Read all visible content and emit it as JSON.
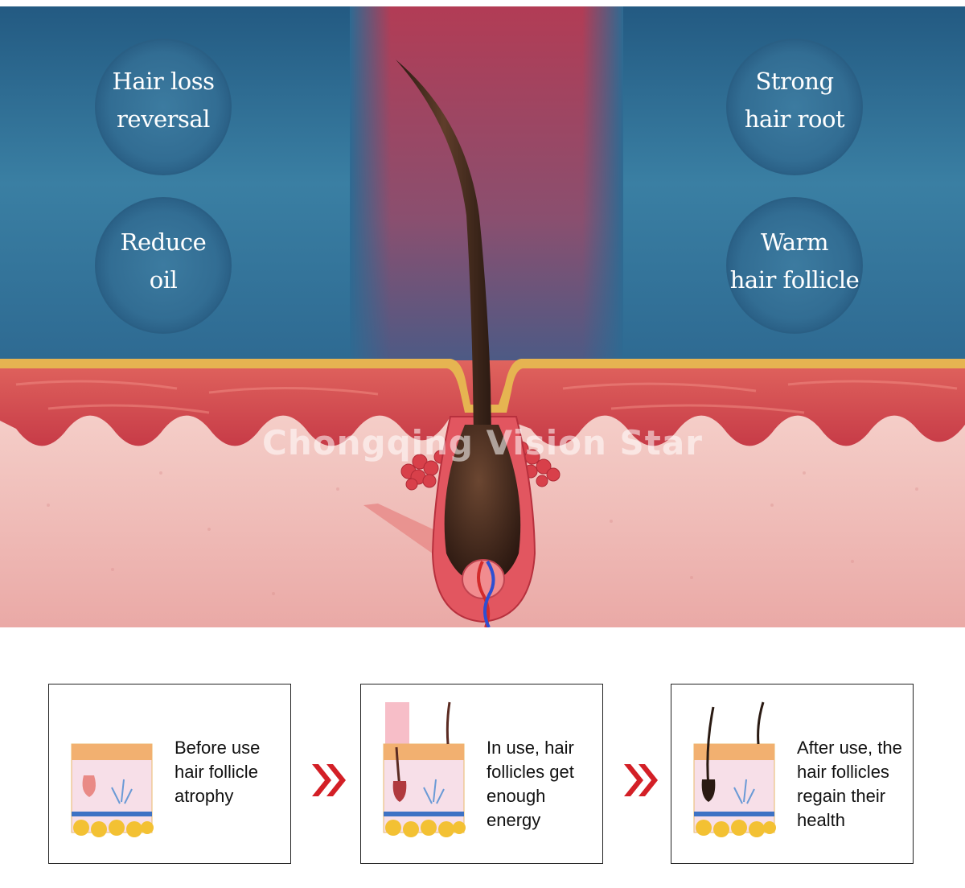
{
  "badges": {
    "hair_loss_reversal": [
      "Hair loss",
      "reversal"
    ],
    "reduce_oil": [
      "Reduce",
      "oil"
    ],
    "strong_hair_root": [
      "Strong",
      "hair root"
    ],
    "warm_hair_follicle": [
      "Warm",
      "hair follicle"
    ]
  },
  "watermark": "Chongqing Vision Star",
  "steps": [
    {
      "lines": [
        "Before use",
        "hair follicle",
        "atrophy"
      ]
    },
    {
      "lines": [
        "In use, hair",
        "follicles get",
        "enough",
        "energy"
      ]
    },
    {
      "lines": [
        "After use, the",
        "hair follicles",
        "regain their",
        "health"
      ]
    }
  ],
  "colors": {
    "background_blue": "#2f6d92",
    "red_light_beam": "#b0425a",
    "skin": "#f0c4bf",
    "dermis": "#d24a4f",
    "arrow_red": "#d31f26"
  }
}
